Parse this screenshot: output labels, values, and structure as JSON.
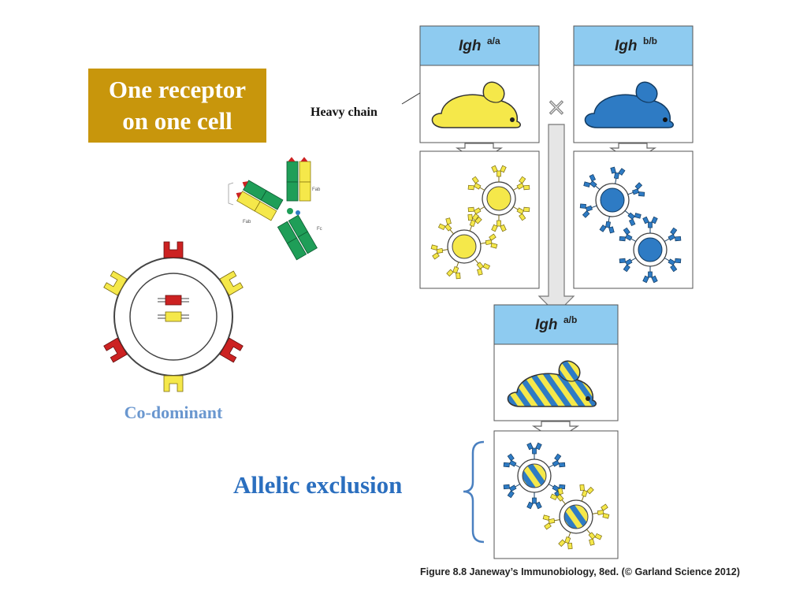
{
  "title": {
    "line1": "One receptor",
    "line2": "on one cell"
  },
  "heavy_chain_label": "Heavy chain",
  "antibody_labels": {
    "fab_top": "Fab",
    "fab_left": "Fab",
    "fc": "Fc"
  },
  "codominant_label": "Co-dominant",
  "allelic_exclusion_label": "Allelic exclusion",
  "genotypes": {
    "parent_a": {
      "gene": "Igh",
      "sup": "a/a"
    },
    "parent_b": {
      "gene": "Igh",
      "sup": "b/b"
    },
    "offspring": {
      "gene": "Igh",
      "sup": "a/b"
    }
  },
  "cross_symbol": "×",
  "caption": "Figure 8.8  Janeway’s Immunobiology, 8ed. (© Garland Science 2012)",
  "colors": {
    "title_bg": "#c8960c",
    "allele_a_yellow": "#f5e84a",
    "allele_b_blue": "#2e7bc4",
    "header_light_blue": "#8ecbf0",
    "codominant_text": "#6a97cf",
    "allelic_text": "#2b6fbf",
    "receptor_red": "#cc2222",
    "antibody_green": "#1f9e58"
  }
}
